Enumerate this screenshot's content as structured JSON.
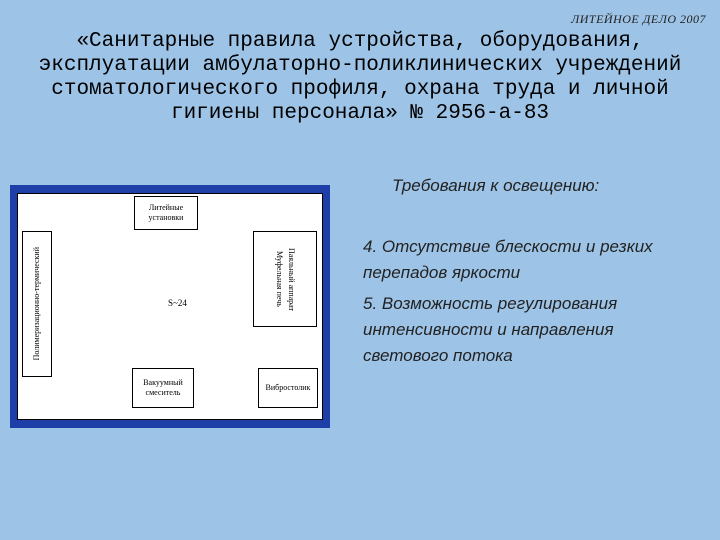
{
  "header": {
    "tag": "ЛИТЕЙНОЕ ДЕЛО 2007"
  },
  "title": "«Санитарные правила устройства, оборудования, эксплуатации амбулаторно-поликлинических учреждений стоматологического профиля, охрана труда и личной гигиены персонала» № 2956-а-83",
  "plan": {
    "top_box": "Литейные установки",
    "left_box": "Полимеризационно-термический",
    "right_box_col1": "Муфельная печь",
    "right_box_col2": "Паяльный аппарат",
    "center": "S~24",
    "bottom_mid": "Вакуумный смеситель",
    "bottom_right": "Вибростолик"
  },
  "requirements": {
    "title": "Требования к освещению:",
    "items": [
      "4. Отсутствие блескости и резких перепадов яркости",
      "5. Возможность регулирования интенсивности и направления светового потока"
    ]
  }
}
